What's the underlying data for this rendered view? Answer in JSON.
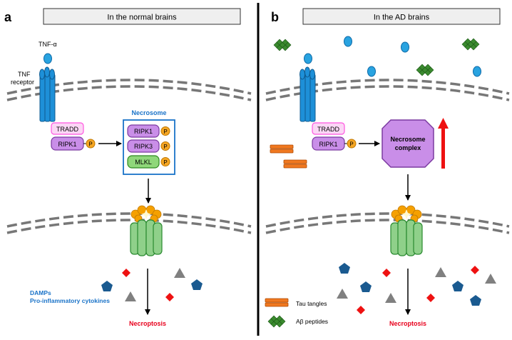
{
  "panel_a": {
    "letter": "a",
    "header": "In the normal brains",
    "ligand_label": "TNF-α",
    "receptor_label_line1": "TNF",
    "receptor_label_line2": "receptor",
    "tradd_label": "TRADD",
    "ripk1_label": "RIPK1",
    "p_label": "P",
    "necrosome_title": "Necrosome",
    "necrosome_items": [
      "RIPK1",
      "RIPK3",
      "MLKL"
    ],
    "damps_label": "DAMPs",
    "cytokines_label": "Pro-inflammatory cytokines",
    "outcome_label": "Necroptosis"
  },
  "panel_b": {
    "letter": "b",
    "header": "In the AD brains",
    "tradd_label": "TRADD",
    "ripk1_label": "RIPK1",
    "p_label": "P",
    "complex_label_line1": "Necrosome",
    "complex_label_line2": "complex",
    "outcome_label": "Necroptosis",
    "legend_tau": "Tau tangles",
    "legend_abeta": "Aβ peptides"
  },
  "colors": {
    "receptor_blue": "#1e90d8",
    "tnf_blue": "#29a3e0",
    "ripk_purple": "#c98ee8",
    "tradd_pink": "#ff88ee",
    "mlkl_green": "#8fd77a",
    "phosphate_orange": "#f5a623",
    "pore_green": "#8fd08a",
    "pore_cap_orange": "#f5a000",
    "tau_orange": "#f07820",
    "abeta_green": "#3a8a2e",
    "damp_blue": "#1a5a90",
    "damp_red": "#ee1111",
    "damp_gray": "#808080",
    "label_blue": "#1a73c8",
    "outcome_red": "#e8001c",
    "up_arrow_red": "#ee1111"
  }
}
